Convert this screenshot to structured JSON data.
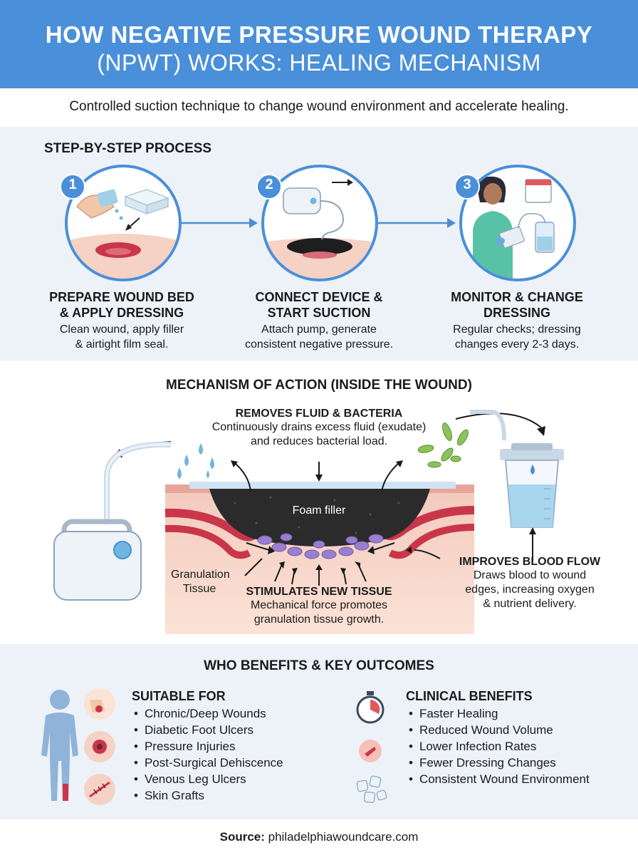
{
  "header": {
    "title_line1": "HOW NEGATIVE PRESSURE WOUND THERAPY",
    "title_line2": "(NPWT) WORKS: HEALING MECHANISM"
  },
  "subtitle": "Controlled suction technique to change wound environment and accelerate healing.",
  "steps_section": {
    "title": "STEP-BY-STEP PROCESS",
    "steps": [
      {
        "number": "1",
        "title_line1": "PREPARE WOUND BED",
        "title_line2": "& APPLY DRESSING",
        "desc_line1": "Clean wound, apply filler",
        "desc_line2": "& airtight film seal."
      },
      {
        "number": "2",
        "title_line1": "CONNECT DEVICE &",
        "title_line2": "START SUCTION",
        "desc_line1": "Attach pump, generate",
        "desc_line2": "consistent negative pressure."
      },
      {
        "number": "3",
        "title_line1": "MONITOR & CHANGE",
        "title_line2": "DRESSING",
        "desc_line1": "Regular checks; dressing",
        "desc_line2": "changes every 2-3 days."
      }
    ]
  },
  "mechanism_section": {
    "title": "MECHANISM OF ACTION (INSIDE THE WOUND)",
    "removes": {
      "heading": "REMOVES FLUID & BACTERIA",
      "line1": "Continuously drains excess fluid (exudate)",
      "line2": "and reduces bacterial load."
    },
    "foam_label": "Foam filler",
    "granulation_line1": "Granulation",
    "granulation_line2": "Tissue",
    "stimulates": {
      "heading": "STIMULATES NEW TISSUE",
      "line1": "Mechanical force promotes",
      "line2": "granulation tissue growth."
    },
    "blood_flow": {
      "heading": "IMPROVES BLOOD FLOW",
      "line1": "Draws blood to wound",
      "line2": "edges, increasing oxygen",
      "line3": "& nutrient delivery."
    }
  },
  "benefits_section": {
    "title": "WHO BENEFITS & KEY OUTCOMES",
    "suitable_title": "SUITABLE FOR",
    "suitable_items": [
      "Chronic/Deep Wounds",
      "Diabetic Foot Ulcers",
      "Pressure Injuries",
      "Post-Surgical Dehiscence",
      "Venous Leg Ulcers",
      "Skin Grafts"
    ],
    "clinical_title": "CLINICAL BENEFITS",
    "clinical_items": [
      "Faster Healing",
      "Reduced Wound Volume",
      "Lower Infection Rates",
      "Fewer Dressing Changes",
      "Consistent Wound Environment"
    ]
  },
  "source": {
    "label": "Source:",
    "value": "philadelphiawoundcare.com"
  },
  "colors": {
    "accent_blue": "#4a8fd9",
    "section_bg": "#edf2f8",
    "wound_red": "#c9364a",
    "granulation_purple": "#9a7fd1"
  }
}
